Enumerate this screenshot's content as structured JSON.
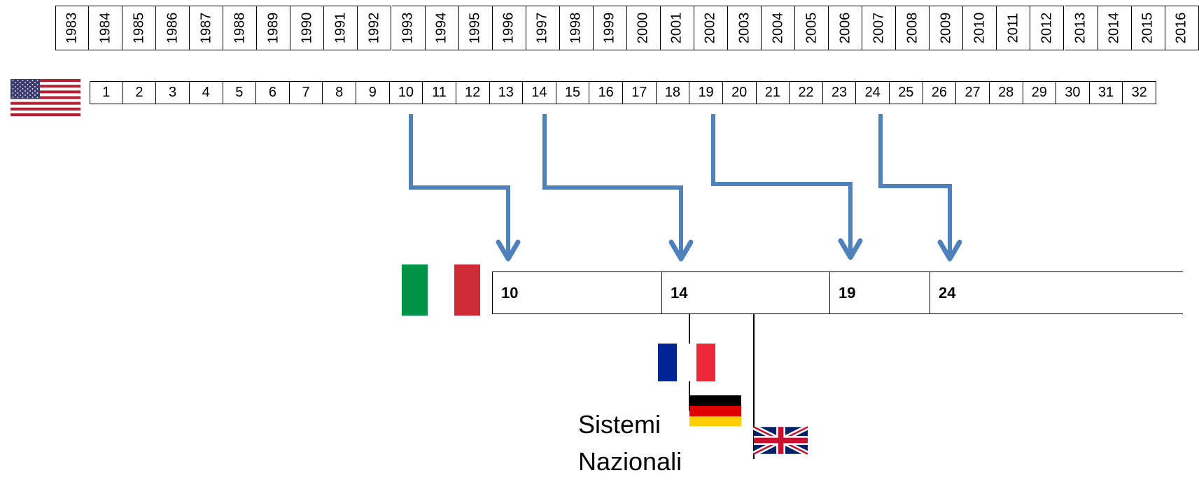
{
  "years": [
    "1983",
    "1984",
    "1985",
    "1986",
    "1987",
    "1988",
    "1989",
    "1990",
    "1991",
    "1992",
    "1993",
    "1994",
    "1995",
    "1996",
    "1997",
    "1998",
    "1999",
    "2000",
    "2001",
    "2002",
    "2003",
    "2004",
    "2005",
    "2006",
    "2007",
    "2008",
    "2009",
    "2010",
    "2011",
    "2012",
    "2013",
    "2014",
    "2015",
    "2016"
  ],
  "us_numbers": [
    "1",
    "2",
    "3",
    "4",
    "5",
    "6",
    "7",
    "8",
    "9",
    "10",
    "11",
    "12",
    "13",
    "14",
    "15",
    "16",
    "17",
    "18",
    "19",
    "20",
    "21",
    "22",
    "23",
    "24",
    "25",
    "26",
    "27",
    "28",
    "29",
    "30",
    "31",
    "32"
  ],
  "italy_labels": [
    "10",
    "14",
    "19",
    "24"
  ],
  "caption": {
    "line1": "Sistemi",
    "line2": "Nazionali"
  },
  "colors": {
    "arrow": "#4f81bd",
    "border": "#000000"
  },
  "flags": {
    "us": "us-flag-icon",
    "italy": "italy-flag-icon",
    "france": "france-flag-icon",
    "germany": "germany-flag-icon",
    "uk": "uk-flag-icon"
  }
}
